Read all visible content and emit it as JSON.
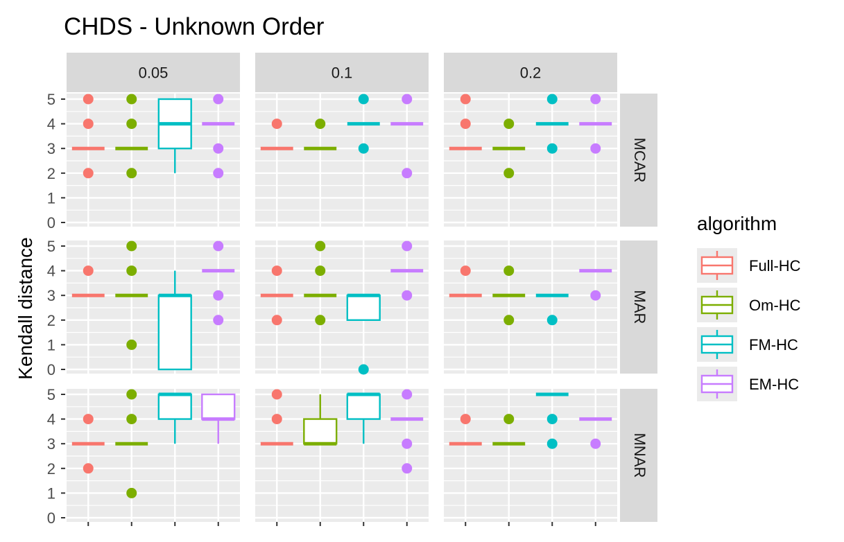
{
  "chart_data": {
    "type": "boxplot",
    "title": "CHDS - Unknown Order",
    "ylabel": "Kendall distance",
    "xlabel": "",
    "ylim": [
      0,
      5
    ],
    "y_ticks": [
      0,
      1,
      2,
      3,
      4,
      5
    ],
    "grid": true,
    "legend_position": "right",
    "legend": {
      "title": "algorithm",
      "items": [
        {
          "name": "Full-HC",
          "color": "#F8766D"
        },
        {
          "name": "Om-HC",
          "color": "#7CAE00"
        },
        {
          "name": "FM-HC",
          "color": "#00BFC4"
        },
        {
          "name": "EM-HC",
          "color": "#C77CFF"
        }
      ]
    },
    "columns": [
      "0.05",
      "0.1",
      "0.2"
    ],
    "rows": [
      "MCAR",
      "MAR",
      "MNAR"
    ],
    "panels": [
      {
        "col": "0.05",
        "row": "MCAR",
        "boxes": [
          {
            "algorithm": "Full-HC",
            "q1": 3,
            "median": 3,
            "q3": 3,
            "whisker_low": 3,
            "whisker_high": 3,
            "outliers": [
              2,
              4,
              5
            ]
          },
          {
            "algorithm": "Om-HC",
            "q1": 3,
            "median": 3,
            "q3": 3,
            "whisker_low": 3,
            "whisker_high": 3,
            "outliers": [
              2,
              4,
              5
            ]
          },
          {
            "algorithm": "FM-HC",
            "q1": 3,
            "median": 4,
            "q3": 5,
            "whisker_low": 2,
            "whisker_high": 5,
            "outliers": []
          },
          {
            "algorithm": "EM-HC",
            "q1": 4,
            "median": 4,
            "q3": 4,
            "whisker_low": 4,
            "whisker_high": 4,
            "outliers": [
              2,
              3,
              5
            ]
          }
        ]
      },
      {
        "col": "0.1",
        "row": "MCAR",
        "boxes": [
          {
            "algorithm": "Full-HC",
            "q1": 3,
            "median": 3,
            "q3": 3,
            "whisker_low": 3,
            "whisker_high": 3,
            "outliers": [
              4
            ]
          },
          {
            "algorithm": "Om-HC",
            "q1": 3,
            "median": 3,
            "q3": 3,
            "whisker_low": 3,
            "whisker_high": 3,
            "outliers": [
              4
            ]
          },
          {
            "algorithm": "FM-HC",
            "q1": 4,
            "median": 4,
            "q3": 4,
            "whisker_low": 4,
            "whisker_high": 4,
            "outliers": [
              3,
              5
            ]
          },
          {
            "algorithm": "EM-HC",
            "q1": 4,
            "median": 4,
            "q3": 4,
            "whisker_low": 4,
            "whisker_high": 4,
            "outliers": [
              2,
              5
            ]
          }
        ]
      },
      {
        "col": "0.2",
        "row": "MCAR",
        "boxes": [
          {
            "algorithm": "Full-HC",
            "q1": 3,
            "median": 3,
            "q3": 3,
            "whisker_low": 3,
            "whisker_high": 3,
            "outliers": [
              4,
              5
            ]
          },
          {
            "algorithm": "Om-HC",
            "q1": 3,
            "median": 3,
            "q3": 3,
            "whisker_low": 3,
            "whisker_high": 3,
            "outliers": [
              2,
              4
            ]
          },
          {
            "algorithm": "FM-HC",
            "q1": 4,
            "median": 4,
            "q3": 4,
            "whisker_low": 4,
            "whisker_high": 4,
            "outliers": [
              3,
              5
            ]
          },
          {
            "algorithm": "EM-HC",
            "q1": 4,
            "median": 4,
            "q3": 4,
            "whisker_low": 4,
            "whisker_high": 4,
            "outliers": [
              3,
              5
            ]
          }
        ]
      },
      {
        "col": "0.05",
        "row": "MAR",
        "boxes": [
          {
            "algorithm": "Full-HC",
            "q1": 3,
            "median": 3,
            "q3": 3,
            "whisker_low": 3,
            "whisker_high": 3,
            "outliers": [
              4
            ]
          },
          {
            "algorithm": "Om-HC",
            "q1": 3,
            "median": 3,
            "q3": 3,
            "whisker_low": 3,
            "whisker_high": 3,
            "outliers": [
              1,
              4,
              5
            ]
          },
          {
            "algorithm": "FM-HC",
            "q1": 0,
            "median": 3,
            "q3": 3,
            "whisker_low": 0,
            "whisker_high": 4,
            "outliers": []
          },
          {
            "algorithm": "EM-HC",
            "q1": 4,
            "median": 4,
            "q3": 4,
            "whisker_low": 4,
            "whisker_high": 4,
            "outliers": [
              2,
              3,
              5
            ]
          }
        ]
      },
      {
        "col": "0.1",
        "row": "MAR",
        "boxes": [
          {
            "algorithm": "Full-HC",
            "q1": 3,
            "median": 3,
            "q3": 3,
            "whisker_low": 3,
            "whisker_high": 3,
            "outliers": [
              2,
              4
            ]
          },
          {
            "algorithm": "Om-HC",
            "q1": 3,
            "median": 3,
            "q3": 3,
            "whisker_low": 3,
            "whisker_high": 3,
            "outliers": [
              2,
              4,
              5
            ]
          },
          {
            "algorithm": "FM-HC",
            "q1": 2,
            "median": 3,
            "q3": 3,
            "whisker_low": 2,
            "whisker_high": 3,
            "outliers": [
              0
            ]
          },
          {
            "algorithm": "EM-HC",
            "q1": 4,
            "median": 4,
            "q3": 4,
            "whisker_low": 4,
            "whisker_high": 4,
            "outliers": [
              3,
              5
            ]
          }
        ]
      },
      {
        "col": "0.2",
        "row": "MAR",
        "boxes": [
          {
            "algorithm": "Full-HC",
            "q1": 3,
            "median": 3,
            "q3": 3,
            "whisker_low": 3,
            "whisker_high": 3,
            "outliers": [
              4
            ]
          },
          {
            "algorithm": "Om-HC",
            "q1": 3,
            "median": 3,
            "q3": 3,
            "whisker_low": 3,
            "whisker_high": 3,
            "outliers": [
              2,
              4
            ]
          },
          {
            "algorithm": "FM-HC",
            "q1": 3,
            "median": 3,
            "q3": 3,
            "whisker_low": 3,
            "whisker_high": 3,
            "outliers": [
              2
            ]
          },
          {
            "algorithm": "EM-HC",
            "q1": 4,
            "median": 4,
            "q3": 4,
            "whisker_low": 4,
            "whisker_high": 4,
            "outliers": [
              3
            ]
          }
        ]
      },
      {
        "col": "0.05",
        "row": "MNAR",
        "boxes": [
          {
            "algorithm": "Full-HC",
            "q1": 3,
            "median": 3,
            "q3": 3,
            "whisker_low": 3,
            "whisker_high": 3,
            "outliers": [
              2,
              4
            ]
          },
          {
            "algorithm": "Om-HC",
            "q1": 3,
            "median": 3,
            "q3": 3,
            "whisker_low": 3,
            "whisker_high": 3,
            "outliers": [
              1,
              4,
              5
            ]
          },
          {
            "algorithm": "FM-HC",
            "q1": 4,
            "median": 5,
            "q3": 5,
            "whisker_low": 3,
            "whisker_high": 5,
            "outliers": []
          },
          {
            "algorithm": "EM-HC",
            "q1": 4,
            "median": 4,
            "q3": 5,
            "whisker_low": 3,
            "whisker_high": 5,
            "outliers": []
          }
        ]
      },
      {
        "col": "0.1",
        "row": "MNAR",
        "boxes": [
          {
            "algorithm": "Full-HC",
            "q1": 3,
            "median": 3,
            "q3": 3,
            "whisker_low": 3,
            "whisker_high": 3,
            "outliers": [
              4,
              5
            ]
          },
          {
            "algorithm": "Om-HC",
            "q1": 3,
            "median": 3,
            "q3": 4,
            "whisker_low": 3,
            "whisker_high": 5,
            "outliers": []
          },
          {
            "algorithm": "FM-HC",
            "q1": 4,
            "median": 5,
            "q3": 5,
            "whisker_low": 3,
            "whisker_high": 5,
            "outliers": []
          },
          {
            "algorithm": "EM-HC",
            "q1": 4,
            "median": 4,
            "q3": 4,
            "whisker_low": 4,
            "whisker_high": 4,
            "outliers": [
              2,
              3,
              5
            ]
          }
        ]
      },
      {
        "col": "0.2",
        "row": "MNAR",
        "boxes": [
          {
            "algorithm": "Full-HC",
            "q1": 3,
            "median": 3,
            "q3": 3,
            "whisker_low": 3,
            "whisker_high": 3,
            "outliers": [
              4
            ]
          },
          {
            "algorithm": "Om-HC",
            "q1": 3,
            "median": 3,
            "q3": 3,
            "whisker_low": 3,
            "whisker_high": 3,
            "outliers": [
              4
            ]
          },
          {
            "algorithm": "FM-HC",
            "q1": 5,
            "median": 5,
            "q3": 5,
            "whisker_low": 5,
            "whisker_high": 5,
            "outliers": [
              3,
              4
            ]
          },
          {
            "algorithm": "EM-HC",
            "q1": 4,
            "median": 4,
            "q3": 4,
            "whisker_low": 4,
            "whisker_high": 4,
            "outliers": [
              3
            ]
          }
        ]
      }
    ]
  }
}
